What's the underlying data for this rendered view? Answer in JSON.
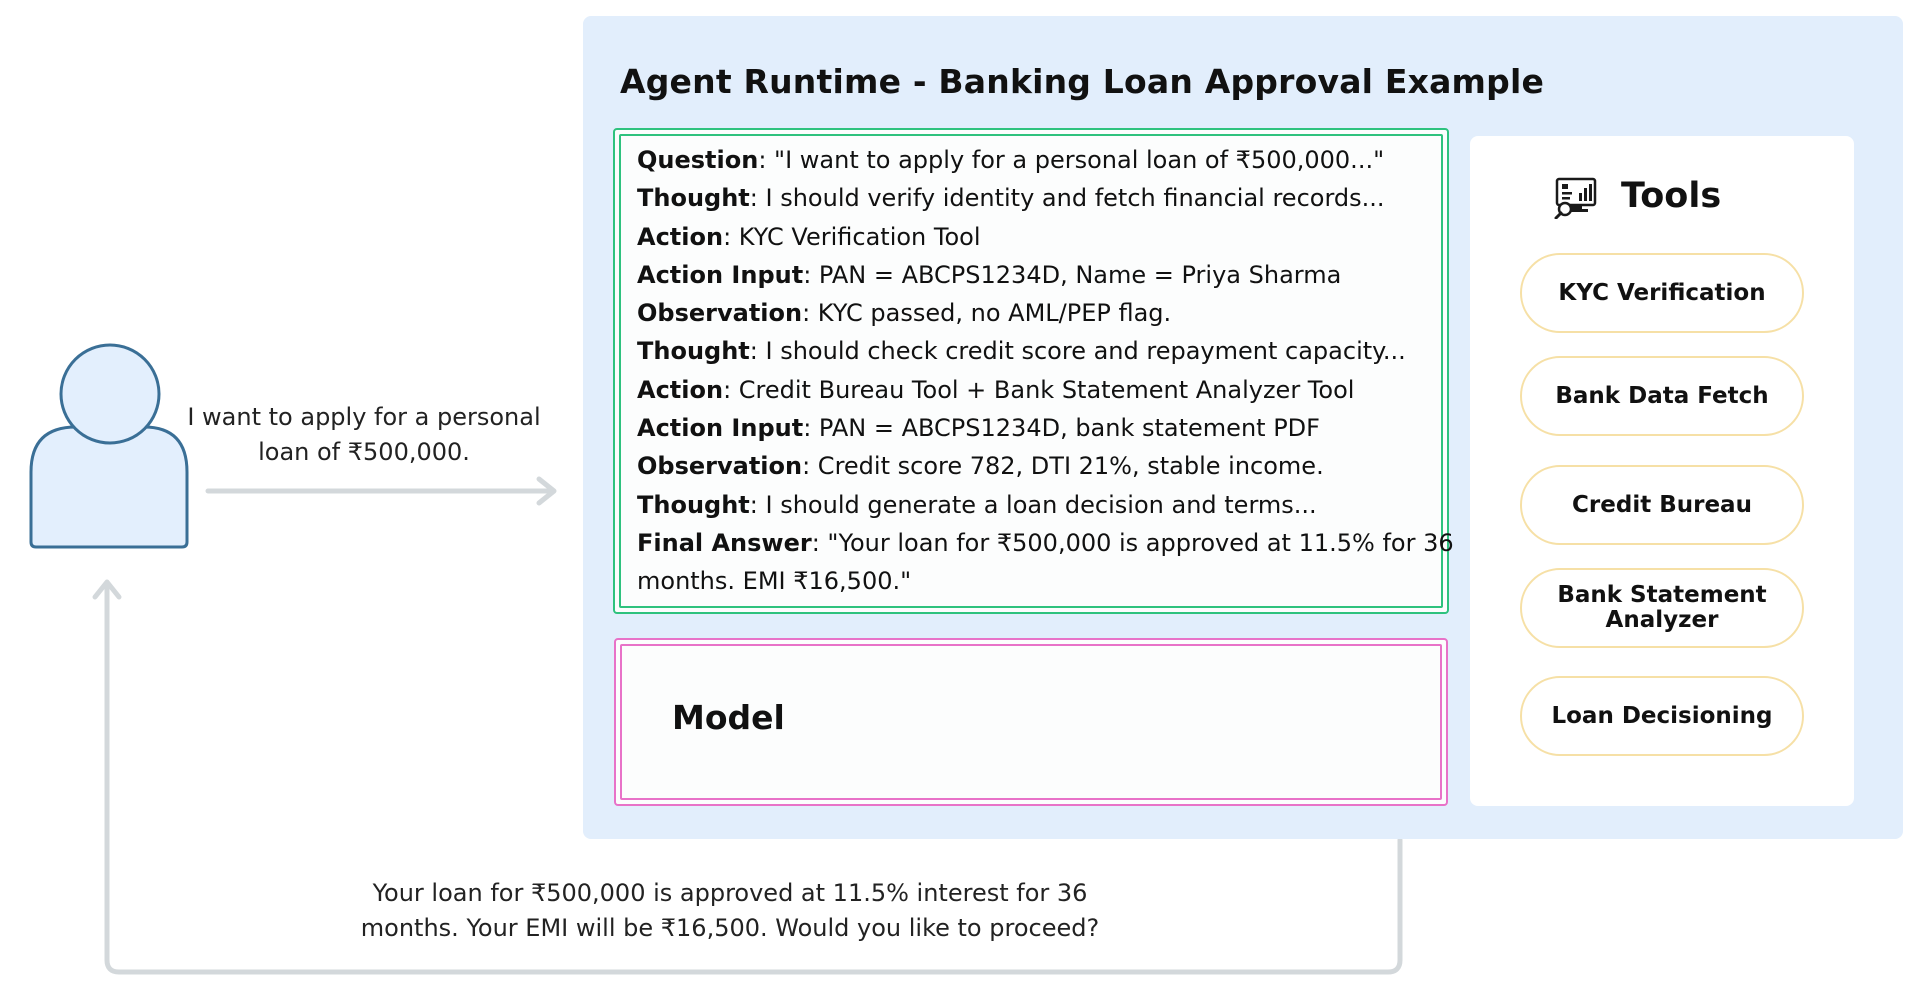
{
  "runtime": {
    "title": "Agent Runtime - Banking Loan Approval Example"
  },
  "trace": [
    {
      "key": "Question",
      "text": ": \"I want to apply for a personal loan of ₹500,000...\""
    },
    {
      "key": "Thought",
      "text": ": I should verify identity and fetch financial records..."
    },
    {
      "key": "Action",
      "text": ": KYC Verification Tool"
    },
    {
      "key": "Action Input",
      "text": ": PAN = ABCPS1234D, Name = Priya Sharma"
    },
    {
      "key": "Observation",
      "text": ": KYC passed, no AML/PEP flag."
    },
    {
      "key": "Thought",
      "text": ": I should check credit score and repayment capacity..."
    },
    {
      "key": "Action",
      "text": ": Credit Bureau Tool + Bank Statement Analyzer Tool"
    },
    {
      "key": "Action Input",
      "text": ": PAN = ABCPS1234D, bank statement PDF"
    },
    {
      "key": "Observation",
      "text": ": Credit score 782, DTI 21%, stable income."
    },
    {
      "key": "Thought",
      "text": ": I should generate a loan decision and terms..."
    },
    {
      "key": "Final Answer",
      "text": ": \"Your loan for ₹500,000 is approved at 11.5% for 36",
      "cont": "months. EMI ₹16,500.\""
    }
  ],
  "model": {
    "label": "Model"
  },
  "tools": {
    "title": "Tools",
    "icon": "analytics-monitor-icon",
    "items": [
      "KYC Verification",
      "Bank Data Fetch",
      "Credit Bureau",
      "Bank Statement Analyzer",
      "Loan Decisioning"
    ]
  },
  "user": {
    "icon": "user-avatar-icon",
    "request": "I want to apply for a personal loan of ₹500,000.",
    "response": "Your loan for ₹500,000 is approved at 11.5% interest for 36 months. Your EMI will be ₹16,500. Would you like to proceed?"
  },
  "colors": {
    "runtime_bg": "#e2eefc",
    "trace_border": "#2ec27e",
    "model_border": "#e872c8",
    "tool_border": "#f6e0a6",
    "user_stroke": "#3a6f96",
    "user_fill": "#e3effd",
    "arrow": "#d3d8db"
  }
}
